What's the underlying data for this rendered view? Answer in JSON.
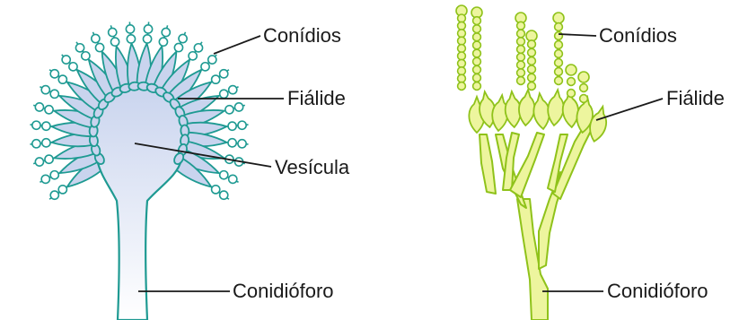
{
  "left_diagram": {
    "labels": {
      "conidia": "Conídios",
      "phialide": "Fiálide",
      "vesicle": "Vesícula",
      "conidiophore": "Conidióforo"
    },
    "colors": {
      "outline": "#1e9a92",
      "fill": "#c9d4ee"
    }
  },
  "right_diagram": {
    "labels": {
      "conidia": "Conídios",
      "phialide": "Fiálide",
      "conidiophore": "Conidióforo"
    },
    "colors": {
      "outline": "#8fc21a",
      "fill": "#edf59e"
    }
  },
  "leader_line_color": "#1a1a1a"
}
